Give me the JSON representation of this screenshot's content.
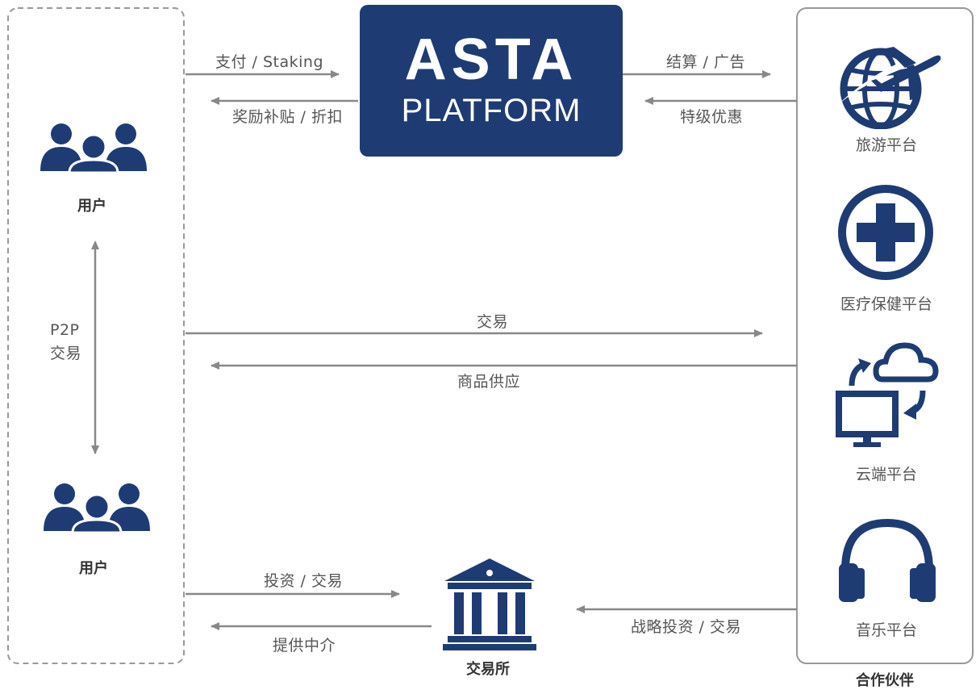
{
  "platform": {
    "logo_line1": "ASTA",
    "logo_line2": "PLATFORM"
  },
  "users": {
    "top_label": "用户",
    "bottom_label": "用户",
    "p2p_line1": "P2P",
    "p2p_line2": "交易"
  },
  "flows": {
    "pay_staking": "支付 / Staking",
    "reward": "奖励补贴 / 折扣",
    "settlement_ads": "结算 / 广告",
    "special_offer": "特级优惠",
    "trade": "交易",
    "goods_supply": "商品供应",
    "invest_trade": "投资 / 交易",
    "intermediary": "提供中介",
    "strategic_invest": "战略投资 / 交易"
  },
  "exchange": {
    "label": "交易所"
  },
  "partners": {
    "title": "合作伙伴",
    "items": [
      {
        "label": "旅游平台",
        "icon": "travel-globe-plane-icon"
      },
      {
        "label": "医疗保健平台",
        "icon": "medical-cross-icon"
      },
      {
        "label": "云端平台",
        "icon": "cloud-computer-icon"
      },
      {
        "label": "音乐平台",
        "icon": "headphones-icon"
      }
    ]
  },
  "colors": {
    "navy": "#1f3b73",
    "arrow_gray": "#888888",
    "border_gray": "#999999"
  }
}
